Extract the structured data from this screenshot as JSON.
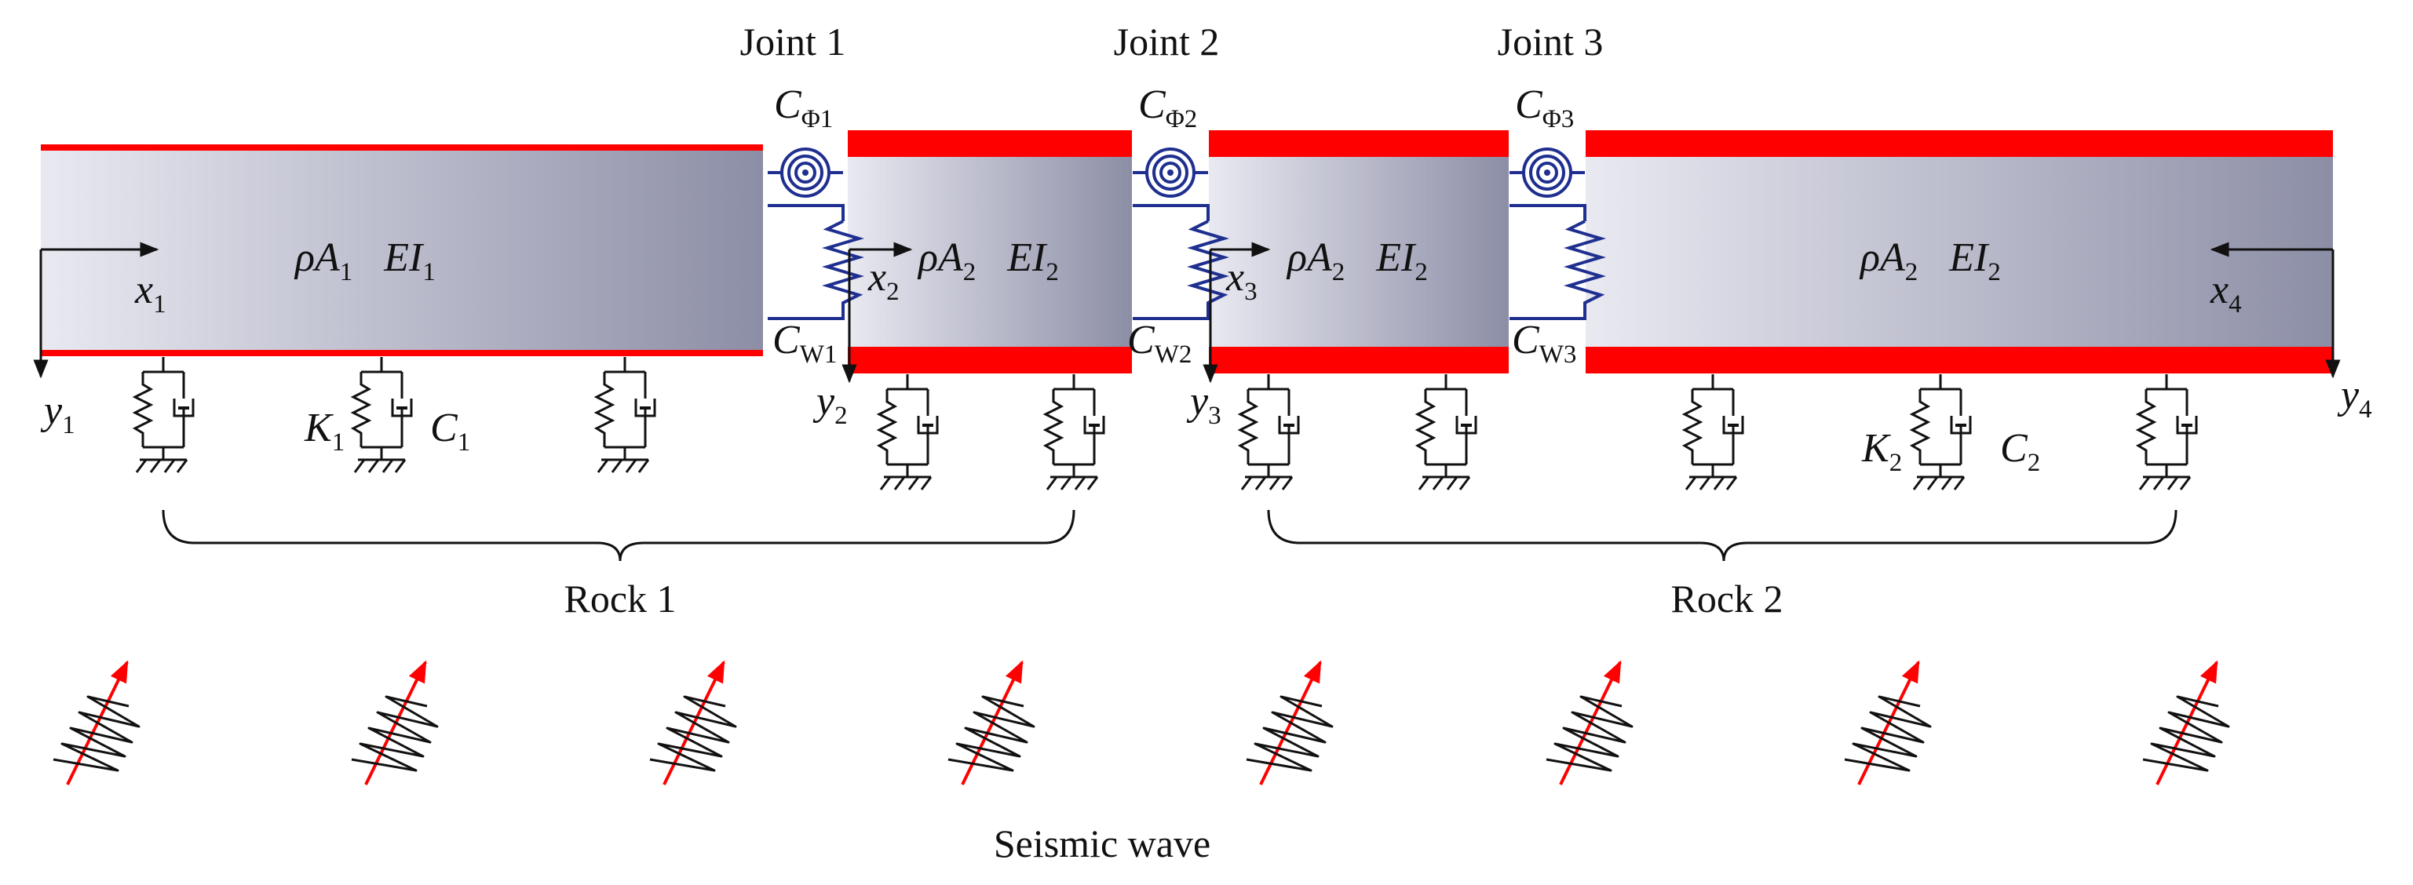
{
  "joints": [
    {
      "label": "Joint 1",
      "rot_spring": "Φ1",
      "shear_spring": "W1"
    },
    {
      "label": "Joint 2",
      "rot_spring": "Φ2",
      "shear_spring": "W2"
    },
    {
      "label": "Joint 3",
      "rot_spring": "Φ3",
      "shear_spring": "W3"
    }
  ],
  "segments": [
    {
      "rho": "ρA",
      "rho_sub": "1",
      "ei": "EI",
      "ei_sub": "1",
      "x": "x",
      "x_sub": "1",
      "y": "y",
      "y_sub": "1"
    },
    {
      "rho": "ρA",
      "rho_sub": "2",
      "ei": "EI",
      "ei_sub": "2",
      "x": "x",
      "x_sub": "2",
      "y": "y",
      "y_sub": "2"
    },
    {
      "rho": "ρA",
      "rho_sub": "2",
      "ei": "EI",
      "ei_sub": "2",
      "x": "x",
      "x_sub": "3",
      "y": "y",
      "y_sub": "3"
    },
    {
      "rho": "ρA",
      "rho_sub": "2",
      "ei": "EI",
      "ei_sub": "2",
      "x": "x",
      "x_sub": "4",
      "y": "y",
      "y_sub": "4"
    }
  ],
  "spring_letter": "C",
  "foundation": [
    {
      "k": "K",
      "k_sub": "1",
      "c": "C",
      "c_sub": "1"
    },
    {
      "k": "K",
      "k_sub": "2",
      "c": "C",
      "c_sub": "2"
    }
  ],
  "rocks": [
    "Rock 1",
    "Rock 2"
  ],
  "wave_label": "Seismic wave",
  "colors": {
    "lining": "#ff0000",
    "spring": "#1f2f8f",
    "wave_arrow": "#ff0000",
    "line": "#111111"
  }
}
